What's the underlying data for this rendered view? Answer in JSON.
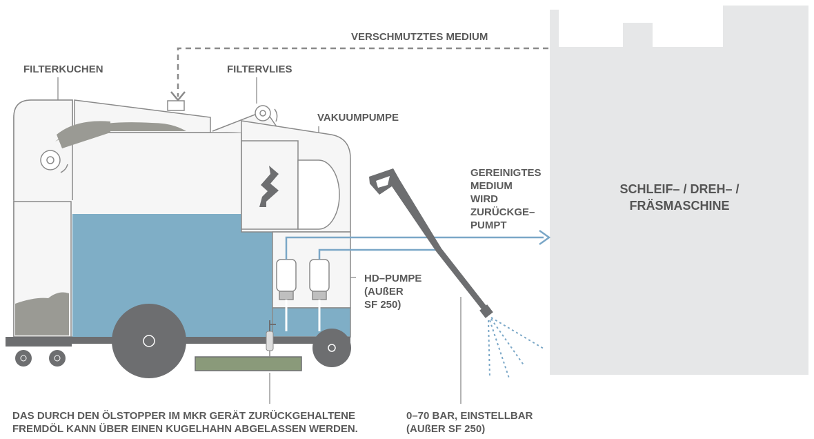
{
  "labels": {
    "verschmutztes": "VERSCHMUTZTES MEDIUM",
    "filterkuchen": "FILTERKUCHEN",
    "filtervlies": "FILTERVLIES",
    "vakuumpumpe": "VAKUUMPUMPE",
    "gereinigtes": [
      "GEREINIGTES",
      "MEDIUM",
      "WIRD",
      "ZURÜCKGE–",
      "PUMPT"
    ],
    "hd_pumpe": [
      "HD–PUMPE",
      "(AUßER",
      "SF 250)"
    ],
    "machine": [
      "SCHLEIF– / DREH– /",
      "FRÄSMASCHINE"
    ],
    "footer_left": [
      "DAS DURCH DEN ÖLSTOPPER IM MKR GERÄT ZURÜCKGEHALTENE",
      "FREMDÖL KANN ÜBER EINEN KUGELHAHN ABGELASSEN WERDEN."
    ],
    "footer_right": [
      "0–70 BAR, EINSTELLBAR",
      "(AUßER SF 250)"
    ]
  },
  "colors": {
    "outline": "#8a8a8a",
    "dark_gray": "#6d6e70",
    "light_gray": "#e6e7e8",
    "water": "#7faec6",
    "arrow_blue": "#7aa7c7",
    "sludge": "#9a9a94",
    "tray_green": "#8a9a7a",
    "text": "#5a5a5a"
  },
  "icons": [
    "lightning-icon",
    "rotation-arrow-icon",
    "down-arrow-icon",
    "right-arrow-icon"
  ]
}
